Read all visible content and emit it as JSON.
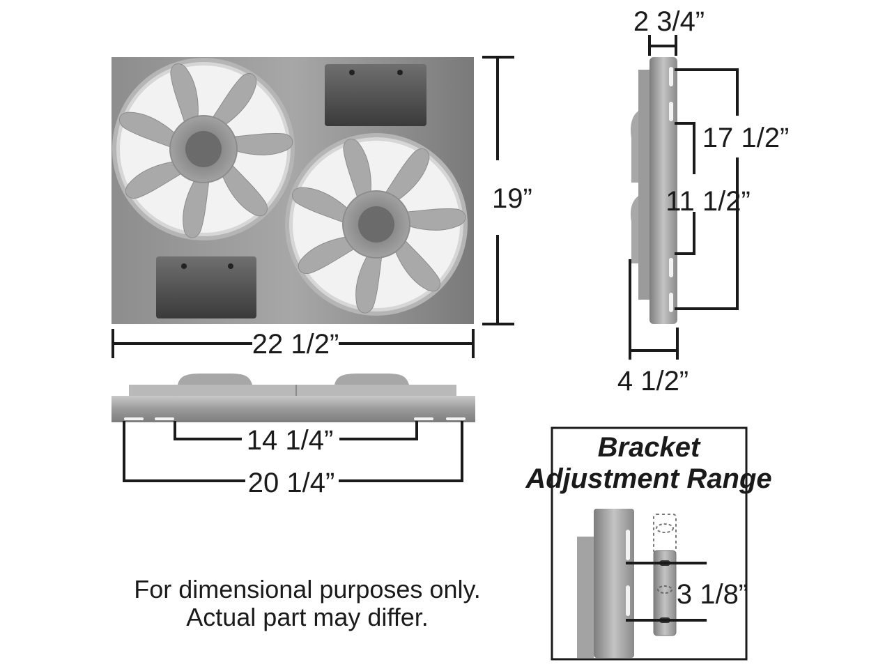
{
  "front_view": {
    "width": "22 1/2”",
    "height": "19”"
  },
  "bottom_view": {
    "inner_span": "14 1/4”",
    "outer_span": "20 1/4”"
  },
  "side_view": {
    "top_depth": "2 3/4”",
    "bottom_depth": "4 1/2”",
    "outer_span": "17 1/2”",
    "inner_span": "11 1/2”"
  },
  "bracket_panel": {
    "title_line1": "Bracket",
    "title_line2": "Adjustment Range",
    "range": "3 1/8”"
  },
  "disclaimer": {
    "line1": "For dimensional purposes only.",
    "line2": "Actual part may differ."
  }
}
